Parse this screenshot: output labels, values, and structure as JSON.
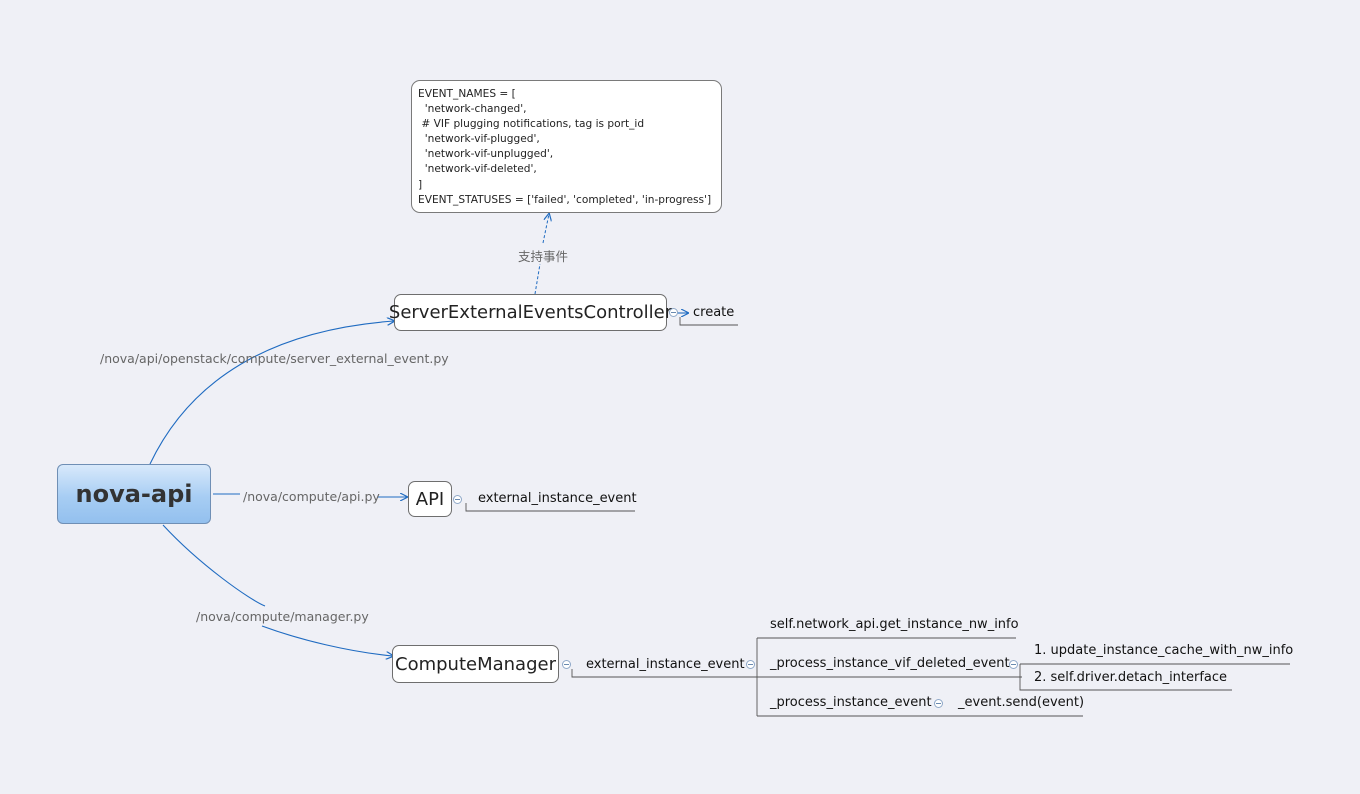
{
  "root": {
    "label": "nova-api"
  },
  "branches": {
    "server_external": {
      "path_label": "/nova/api/openstack/compute/server_external_event.py",
      "node": "ServerExternalEventsController",
      "child": "create",
      "support_label": "支持事件",
      "code_lines": [
        "EVENT_NAMES = [",
        "  'network-changed',",
        " # VIF plugging notifications, tag is port_id",
        "  'network-vif-plugged',",
        "  'network-vif-unplugged',",
        "  'network-vif-deleted',",
        "]",
        "EVENT_STATUSES = ['failed', 'completed', 'in-progress']"
      ]
    },
    "api": {
      "path_label": "/nova/compute/api.py",
      "node": "API",
      "child": "external_instance_event"
    },
    "manager": {
      "path_label": "/nova/compute/manager.py",
      "node": "ComputeManager",
      "child": "external_instance_event",
      "sub": {
        "get_nw_info": "self.network_api.get_instance_nw_info",
        "vif_deleted": "_process_instance_vif_deleted_event",
        "vif_deleted_steps": [
          "1. update_instance_cache_with_nw_info",
          "2. self.driver.detach_interface"
        ],
        "process_event": "_process_instance_event",
        "event_send": "_event.send(event)"
      }
    }
  },
  "colors": {
    "link": "#1f6bc1",
    "branch_line": "#555555",
    "label": "#666666"
  }
}
